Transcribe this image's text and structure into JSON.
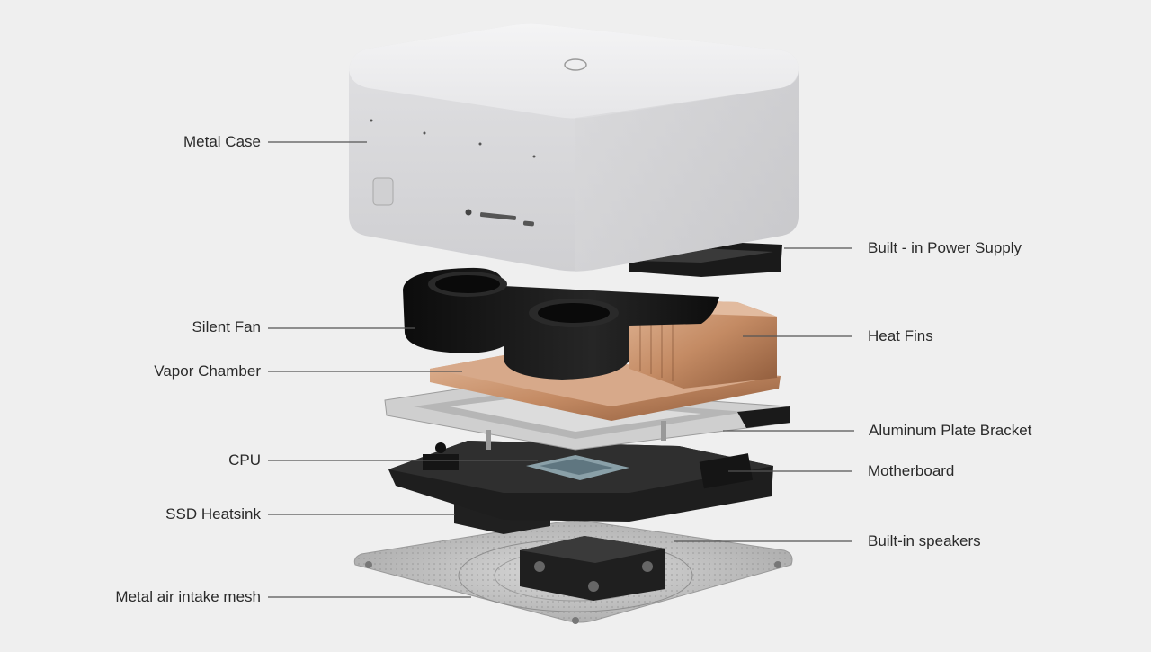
{
  "labels_left": [
    {
      "id": "metal-case",
      "text": "Metal Case"
    },
    {
      "id": "silent-fan",
      "text": "Silent Fan"
    },
    {
      "id": "vapor-chamber",
      "text": "Vapor Chamber"
    },
    {
      "id": "cpu",
      "text": "CPU"
    },
    {
      "id": "ssd-heatsink",
      "text": "SSD Heatsink"
    },
    {
      "id": "metal-air-intake-mesh",
      "text": "Metal air intake mesh"
    }
  ],
  "labels_right": [
    {
      "id": "built-in-power-supply",
      "text": "Built - in Power Supply"
    },
    {
      "id": "heat-fins",
      "text": "Heat Fins"
    },
    {
      "id": "aluminum-plate-bracket",
      "text": "Aluminum Plate Bracket"
    },
    {
      "id": "motherboard",
      "text": "Motherboard"
    },
    {
      "id": "built-in-speakers",
      "text": "Built-in speakers"
    }
  ],
  "colors": {
    "background": "#efefef",
    "case": "#e4e4e6",
    "fan": "#151515",
    "copper": "#c99572",
    "board": "#2b2b2b",
    "aluminum": "#c8c8c8",
    "mesh": "#bdbdbd"
  }
}
